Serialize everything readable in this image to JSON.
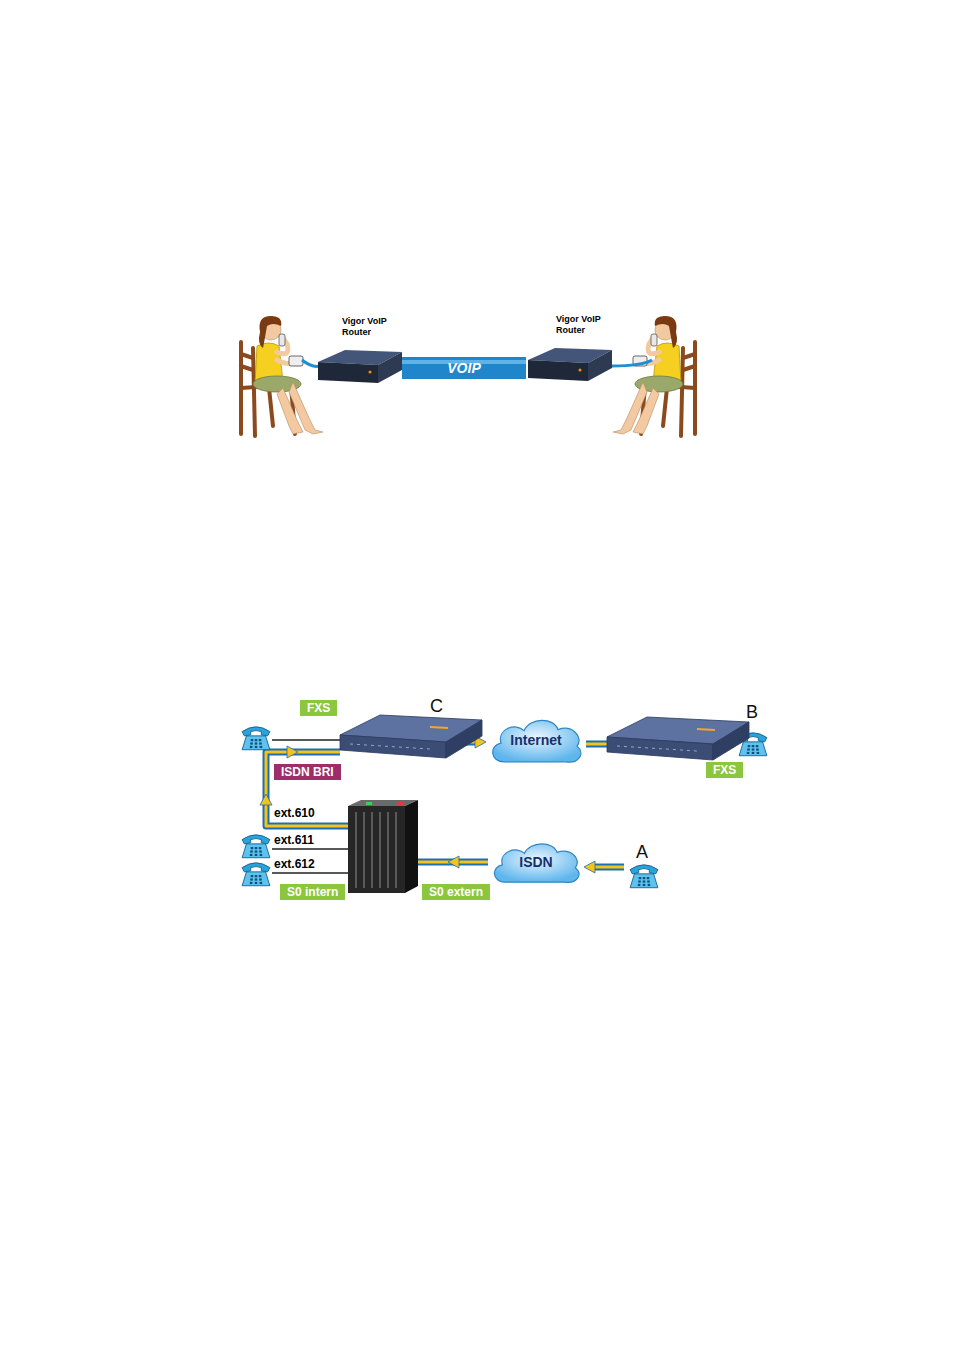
{
  "diagram": {
    "nodes": [
      {
        "text": [
          "Vigor VoIP Router"
        ]
      },
      {
        "text": [
          "Vigor VoIP Router"
        ]
      },
      {
        "text": [
          "C"
        ]
      },
      {
        "text": [
          "Internet"
        ]
      },
      {
        "text": [
          "B"
        ]
      },
      {
        "text": [
          "ISDN"
        ]
      },
      {
        "text": [
          "A"
        ]
      }
    ],
    "edges": [
      {
        "from": 0,
        "to": 1,
        "arrow": "none",
        "label": "VOIP"
      },
      {
        "from": 2,
        "to": 3,
        "arrow": "to"
      },
      {
        "from": 3,
        "to": 4,
        "arrow": "to"
      },
      {
        "from": 6,
        "to": 5,
        "arrow": "to"
      }
    ],
    "labels": [
      "FXS",
      "FXS",
      "ISDN BRI",
      "ext.610",
      "ext.611",
      "ext.612",
      "S0 intern",
      "S0 extern"
    ]
  }
}
